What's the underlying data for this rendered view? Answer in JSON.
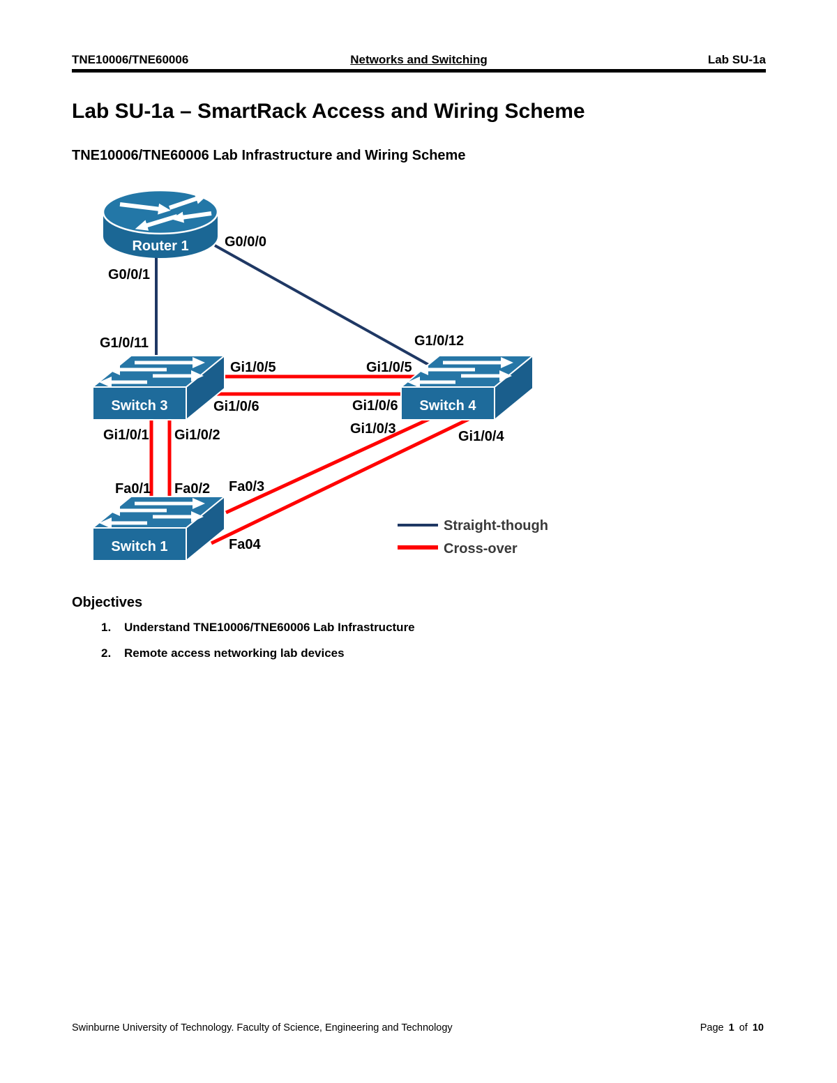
{
  "header": {
    "left": "TNE10006/TNE60006",
    "center": "Networks and Switching",
    "right": "Lab SU-1a"
  },
  "title": "Lab SU-1a – SmartRack Access and Wiring Scheme",
  "subtitle": "TNE10006/TNE60006 Lab Infrastructure and Wiring Scheme",
  "diagram": {
    "devices": {
      "router1": "Router 1",
      "switch3": "Switch 3",
      "switch4": "Switch 4",
      "switch1": "Switch 1"
    },
    "ports": {
      "g000": "G0/0/0",
      "g001": "G0/0/1",
      "g1011": "G1/0/11",
      "g1012": "G1/0/12",
      "gi105_left": "Gi1/0/5",
      "gi105_right": "Gi1/0/5",
      "gi106_left": "Gi1/0/6",
      "gi106_right": "Gi1/0/6",
      "gi101": "Gi1/0/1",
      "gi102": "Gi1/0/2",
      "gi103": "Gi1/0/3",
      "gi104": "Gi1/0/4",
      "fa01": "Fa0/1",
      "fa02": "Fa0/2",
      "fa03": "Fa0/3",
      "fa04": "Fa04"
    },
    "links": [
      {
        "from": "Router 1",
        "from_port": "G0/0/1",
        "to": "Switch 3",
        "to_port": "G1/0/11",
        "type": "straight-through"
      },
      {
        "from": "Router 1",
        "from_port": "G0/0/0",
        "to": "Switch 4",
        "to_port": "G1/0/12",
        "type": "straight-through"
      },
      {
        "from": "Switch 3",
        "from_port": "Gi1/0/5",
        "to": "Switch 4",
        "to_port": "Gi1/0/5",
        "type": "cross-over"
      },
      {
        "from": "Switch 3",
        "from_port": "Gi1/0/6",
        "to": "Switch 4",
        "to_port": "Gi1/0/6",
        "type": "cross-over"
      },
      {
        "from": "Switch 3",
        "from_port": "Gi1/0/1",
        "to": "Switch 1",
        "to_port": "Fa0/1",
        "type": "cross-over"
      },
      {
        "from": "Switch 3",
        "from_port": "Gi1/0/2",
        "to": "Switch 1",
        "to_port": "Fa0/2",
        "type": "cross-over"
      },
      {
        "from": "Switch 4",
        "from_port": "Gi1/0/3",
        "to": "Switch 1",
        "to_port": "Fa0/3",
        "type": "cross-over"
      },
      {
        "from": "Switch 4",
        "from_port": "Gi1/0/4",
        "to": "Switch 1",
        "to_port": "Fa04",
        "type": "cross-over"
      }
    ],
    "legend": [
      {
        "label": "Straight-though",
        "color": "#1f3864"
      },
      {
        "label": "Cross-over",
        "color": "#ff0000"
      }
    ],
    "colors": {
      "straight_through_line": "#1f3864",
      "cross_over_line": "#ff0000",
      "device_top": "#2676a6",
      "device_front": "#1e6b9b",
      "device_side": "#1a5e8c"
    }
  },
  "objectives": {
    "heading": "Objectives",
    "items": [
      {
        "number": "1.",
        "text": "Understand TNE10006/TNE60006 Lab Infrastructure"
      },
      {
        "number": "2.",
        "text": "Remote access networking lab devices"
      }
    ]
  },
  "footer": {
    "left": "Swinburne University of Technology. Faculty of Science, Engineering and Technology",
    "page_label": "Page",
    "page_number": "1",
    "of_label": "of",
    "page_total": "10"
  }
}
